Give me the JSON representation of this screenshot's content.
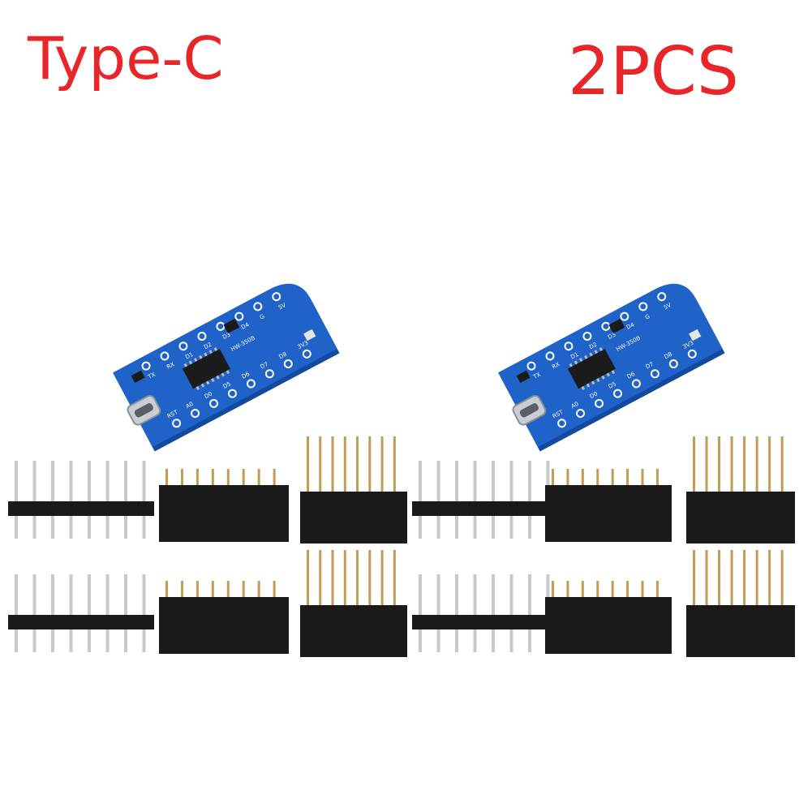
{
  "header": {
    "left_label": "Type-C",
    "right_label": "2PCS",
    "label_color": "#e8262a"
  },
  "product": {
    "board_color": "#1f62c8",
    "board_edge_color": "#134a9e",
    "silkscreen_color": "#ffffff",
    "chip_color": "#1b1b1b",
    "usb_color": "#c9ced4",
    "chip_marking": "HW-350B",
    "pin_labels_right": [
      "TX",
      "RX",
      "D1",
      "D2",
      "D3",
      "D4",
      "G",
      "5V"
    ],
    "pin_labels_left": [
      "RST",
      "A0",
      "D0",
      "D5",
      "D6",
      "D7",
      "D8",
      "3V3"
    ],
    "header_plastic_color": "#1a1a1a",
    "male_pin_color": "#c9c9c9",
    "female_pin_color": "#c49a55"
  }
}
